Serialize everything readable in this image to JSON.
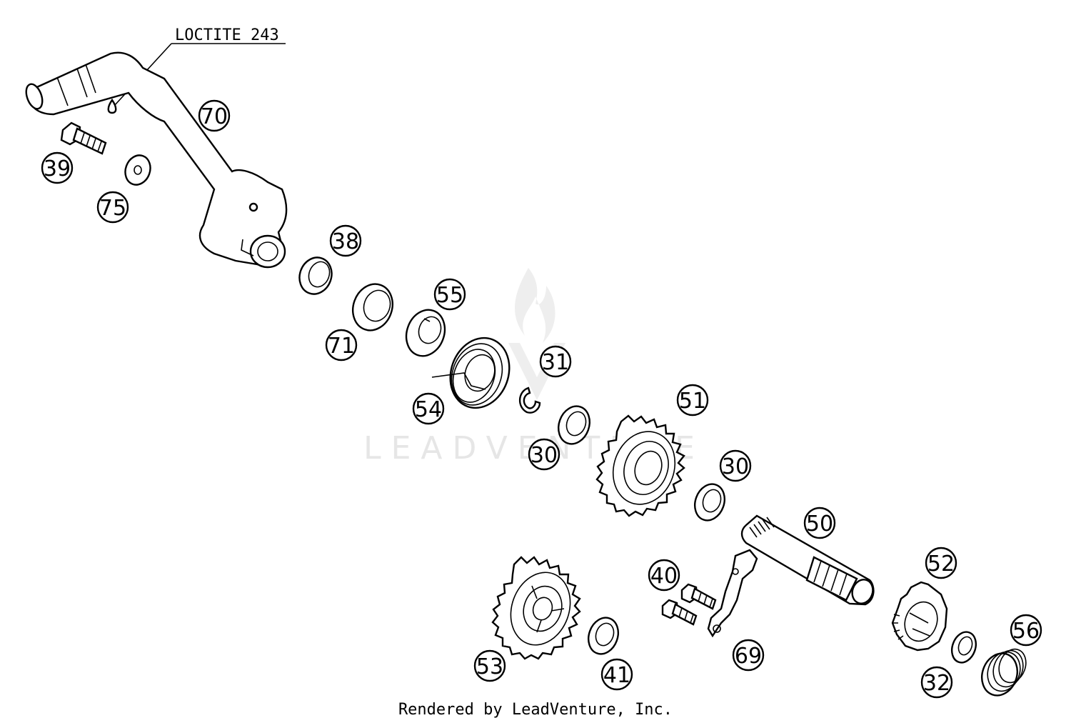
{
  "note": {
    "text": "LOCTITE 243"
  },
  "watermark": {
    "text": "LEADVENTURE"
  },
  "footer": {
    "text": "Rendered by LeadVenture, Inc."
  },
  "callouts": [
    {
      "id": "c70",
      "number": "70"
    },
    {
      "id": "c39",
      "number": "39"
    },
    {
      "id": "c75",
      "number": "75"
    },
    {
      "id": "c38",
      "number": "38"
    },
    {
      "id": "c55",
      "number": "55"
    },
    {
      "id": "c71",
      "number": "71"
    },
    {
      "id": "c31",
      "number": "31"
    },
    {
      "id": "c54",
      "number": "54"
    },
    {
      "id": "c51",
      "number": "51"
    },
    {
      "id": "c30a",
      "number": "30"
    },
    {
      "id": "c30b",
      "number": "30"
    },
    {
      "id": "c50",
      "number": "50"
    },
    {
      "id": "c40",
      "number": "40"
    },
    {
      "id": "c52",
      "number": "52"
    },
    {
      "id": "c56",
      "number": "56"
    },
    {
      "id": "c53",
      "number": "53"
    },
    {
      "id": "c69",
      "number": "69"
    },
    {
      "id": "c41",
      "number": "41"
    },
    {
      "id": "c32",
      "number": "32"
    }
  ],
  "colors": {
    "ink": "#000000",
    "background": "#ffffff",
    "watermark": "#e6e6e6"
  }
}
